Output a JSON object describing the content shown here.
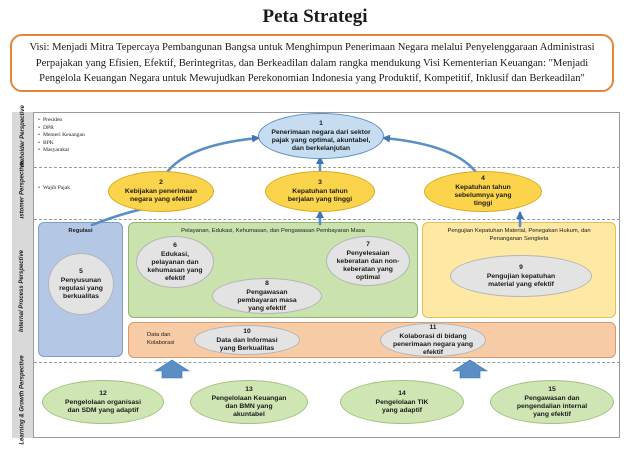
{
  "title": "Peta Strategi",
  "vision": "Visi: Menjadi Mitra Tepercaya Pembangunan Bangsa untuk Menghimpun Penerimaan Negara melalui Penyelenggaraan Administrasi Perpajakan yang Efisien, Efektif, Berintegritas, dan Berkeadilan dalam rangka mendukung Visi Kementerian Keuangan: \"Menjadi Pengelola Keuangan Negara untuk Mewujudkan Perekonomian Indonesia yang Produktif, Kompetitif, Inklusif dan Berkeadilan\"",
  "perspectives": {
    "stakeholder": "Stakeholder Perspective",
    "customer": "Customer Perspective",
    "internal": "Internal Process Perspective",
    "learning": "Learning & Growth Perspective"
  },
  "stakeholders": [
    "Presiden",
    "DPR",
    "Menteri Keuangan",
    "BPK",
    "Masyarakat"
  ],
  "customer": "Wajib Pajak",
  "panels": {
    "regulasi": "Regulasi",
    "pelayanan": "Pelayanan, Edukasi, Kehumasan, dan Pengawasan Pembayaran Masa",
    "pengujian": "Pengujian Kepatuhan Material, Penegakan Hukum, dan Penanganan Sengketa",
    "data": "Data dan Kolaborasi"
  },
  "objectives": [
    {
      "n": "1",
      "label": "Penerimaan negara dari sektor pajak yang optimal, akuntabel, dan berkelanjutan"
    },
    {
      "n": "2",
      "label": "Kebijakan penerimaan negara yang efektif"
    },
    {
      "n": "3",
      "label": "Kepatuhan tahun berjalan yang tinggi"
    },
    {
      "n": "4",
      "label": "Kepatuhan tahun sebelumnya yang tinggi"
    },
    {
      "n": "5",
      "label": "Penyusunan regulasi yang berkualitas"
    },
    {
      "n": "6",
      "label": "Edukasi, pelayanan dan kehumasan yang efektif"
    },
    {
      "n": "7",
      "label": "Penyelesaian keberatan dan non-keberatan yang optimal"
    },
    {
      "n": "8",
      "label": "Pengawasan pembayaran masa yang efektif"
    },
    {
      "n": "9",
      "label": "Pengujian kepatuhan material yang efektif"
    },
    {
      "n": "10",
      "label": "Data dan Informasi yang Berkualitas"
    },
    {
      "n": "11",
      "label": "Kolaborasi di bidang penerimaan negara yang efektif"
    },
    {
      "n": "12",
      "label": "Pengelolaan organisasi dan SDM yang adaptif"
    },
    {
      "n": "13",
      "label": "Pengelolaan Keuangan dan BMN yang akuntabel"
    },
    {
      "n": "14",
      "label": "Pengelolaan TIK yang adaptif"
    },
    {
      "n": "15",
      "label": "Pengawasan dan pengendalian internal yang efektif"
    }
  ]
}
